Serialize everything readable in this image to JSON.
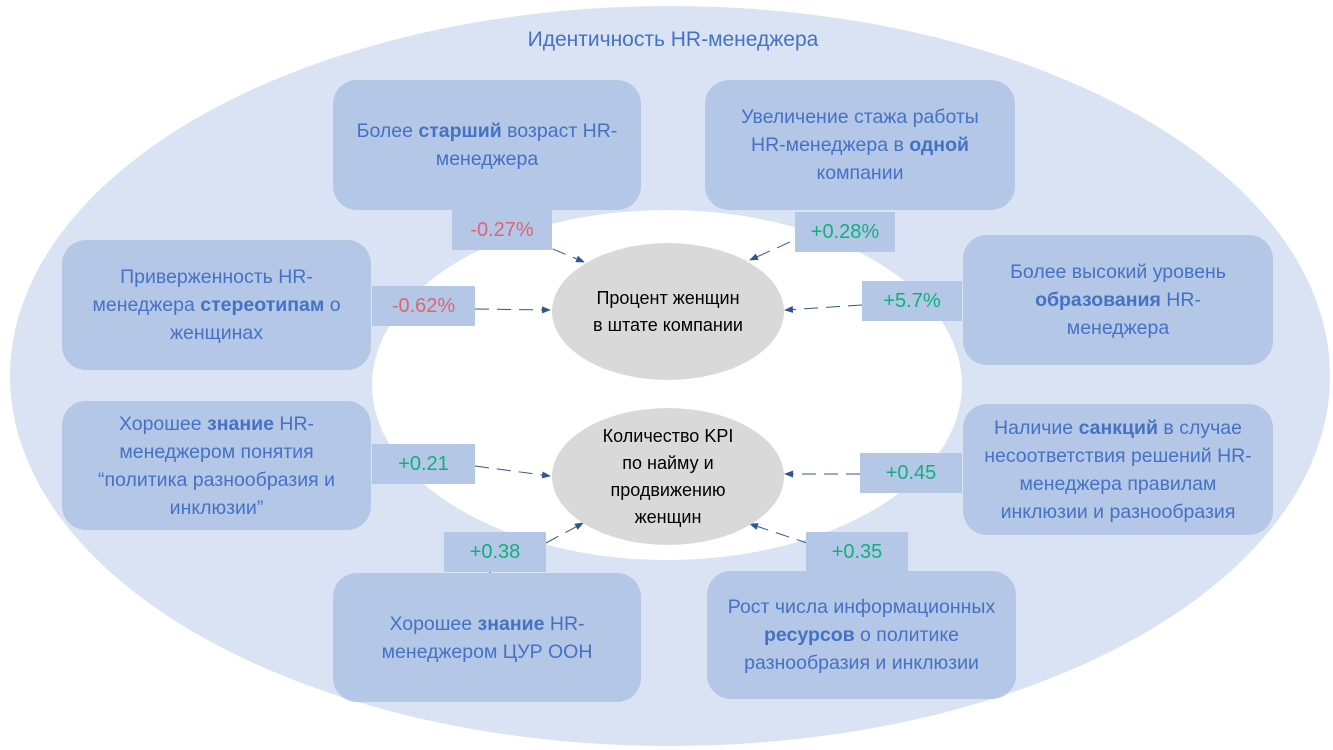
{
  "title": "Идентичность HR-менеджера",
  "outcomes": {
    "women": "Процент женщин в штате компании",
    "kpi": "Количество KPI по найму и продвижению женщин"
  },
  "factors": [
    {
      "id": "age",
      "parts": [
        [
          "Более ",
          false
        ],
        [
          "старший",
          true
        ],
        [
          " возраст HR-менеджера",
          false
        ]
      ],
      "effect": "-0.27%",
      "sign": "negative"
    },
    {
      "id": "tenure",
      "parts": [
        [
          "Увеличение стажа работы HR-менеджера в ",
          false
        ],
        [
          "одной",
          true
        ],
        [
          " компании",
          false
        ]
      ],
      "effect": "+0.28%",
      "sign": "positive"
    },
    {
      "id": "stereotypes",
      "parts": [
        [
          "Приверженность HR-менеджера ",
          false
        ],
        [
          "стереотипам",
          true
        ],
        [
          " о женщинах",
          false
        ]
      ],
      "effect": "-0.62%",
      "sign": "negative"
    },
    {
      "id": "education",
      "parts": [
        [
          "Более высокий уровень ",
          false
        ],
        [
          "образования",
          true
        ],
        [
          " HR-менеджера",
          false
        ]
      ],
      "effect": "+5.7%",
      "sign": "positive"
    },
    {
      "id": "di-knowledge",
      "parts": [
        [
          "Хорошее ",
          false
        ],
        [
          "знание",
          true
        ],
        [
          " HR-менеджером понятия “политика разнообразия и инклюзии”",
          false
        ]
      ],
      "effect": "+0.21",
      "sign": "positive"
    },
    {
      "id": "sanctions",
      "parts": [
        [
          "Наличие ",
          false
        ],
        [
          "санкций",
          true
        ],
        [
          " в случае несоответствия решений HR-менеджера правилам инклюзии и разнообразия",
          false
        ]
      ],
      "effect": "+0.45",
      "sign": "positive"
    },
    {
      "id": "sdg-knowledge",
      "parts": [
        [
          "Хорошее ",
          false
        ],
        [
          "знание",
          true
        ],
        [
          " HR-менеджером ЦУР ООН",
          false
        ]
      ],
      "effect": "+0.38",
      "sign": "positive"
    },
    {
      "id": "resources",
      "parts": [
        [
          "Рост числа информационных ",
          false
        ],
        [
          "ресурсов",
          true
        ],
        [
          " о политике разнообразия и инклюзии",
          false
        ]
      ],
      "effect": "+0.35",
      "sign": "positive"
    }
  ]
}
